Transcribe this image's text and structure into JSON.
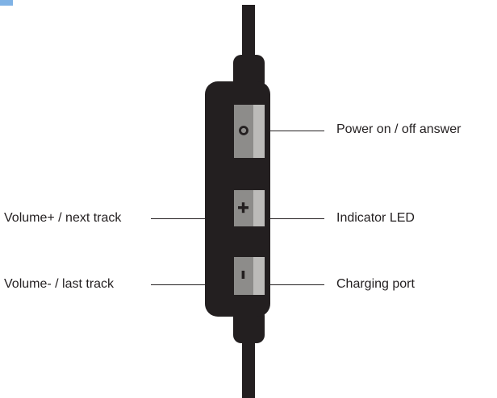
{
  "colors": {
    "body": "#231f20",
    "button_face": "#8d8c8a",
    "button_highlight": "#bcbbb9",
    "leader_line": "#231f20",
    "label_text": "#231f20",
    "corner_tab": "#7fb2e5"
  },
  "buttons": [
    {
      "name": "power",
      "symbol": "o",
      "icon": "circle-icon"
    },
    {
      "name": "volume-up",
      "symbol": "+",
      "icon": "plus-icon"
    },
    {
      "name": "volume-down",
      "symbol": "-",
      "icon": "minus-icon"
    }
  ],
  "labels": {
    "power": "Power on / off answer",
    "indicator_led": "Indicator LED",
    "charging_port": "Charging port",
    "volume_up": "Volume+ / next track",
    "volume_down": "Volume- / last track"
  }
}
